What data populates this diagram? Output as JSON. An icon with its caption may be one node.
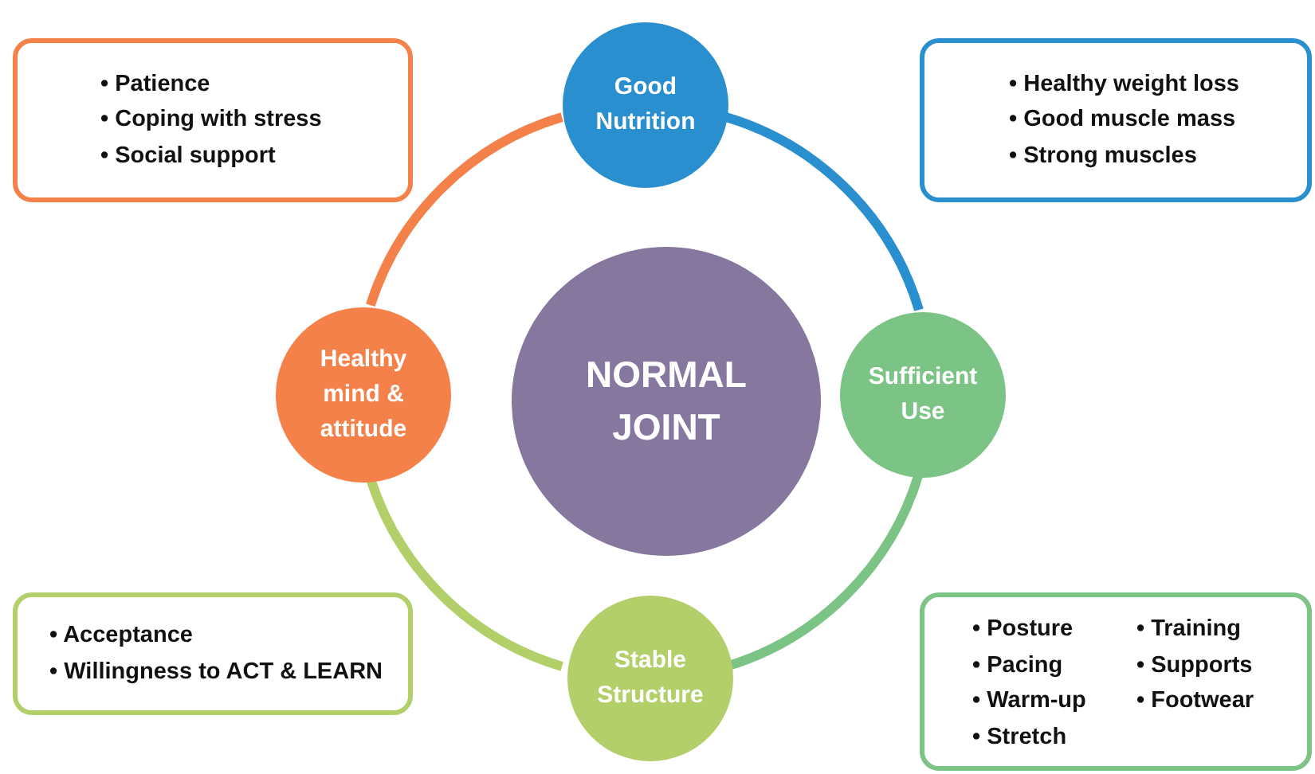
{
  "diagram": {
    "nodes": [
      {
        "text": [
          "• Patience",
          "• Coping with stress",
          "• Social support"
        ]
      },
      {
        "text": [
          "Good Nutrition"
        ]
      },
      {
        "text": [
          "• Healthy weight loss",
          "• Good muscle mass",
          "• Strong muscles"
        ]
      },
      {
        "text": [
          "Healthy mind & attitude"
        ]
      },
      {
        "text": [
          "NORMAL JOINT"
        ]
      },
      {
        "text": [
          "Sufficient Use"
        ]
      },
      {
        "text": [
          "• Acceptance",
          "• Willingness to ACT & LEARN"
        ]
      },
      {
        "text": [
          "Stable Structure"
        ]
      },
      {
        "text": [
          "• Posture",
          "• Pacing",
          "• Warm-up",
          "• Stretch",
          "• Training",
          "• Supports",
          "• Footwear"
        ]
      }
    ],
    "edges": [
      {
        "from": 1,
        "to": 5,
        "arrow": "none",
        "color": "#2a8fce"
      },
      {
        "from": 5,
        "to": 7,
        "arrow": "none",
        "color": "#7cc386"
      },
      {
        "from": 7,
        "to": 3,
        "arrow": "none",
        "color": "#b3cf6a"
      },
      {
        "from": 3,
        "to": 1,
        "arrow": "none",
        "color": "#f48149"
      }
    ]
  }
}
